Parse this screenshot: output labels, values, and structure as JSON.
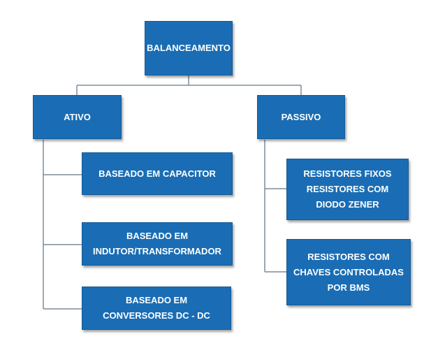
{
  "root": {
    "label": "BALANCEAMENTO"
  },
  "ativo": {
    "label": "ATIVO",
    "children": [
      "BASEADO EM CAPACITOR",
      "BASEADO EM INDUTOR/TRANSFORMADOR",
      "BASEADO EM CONVERSORES DC - DC"
    ]
  },
  "passivo": {
    "label": "PASSIVO",
    "children": [
      "RESISTORES FIXOS",
      "RESISTORES COM DIODO ZENER",
      "RESISTORES COM CHAVES CONTROLADAS POR BMS"
    ]
  },
  "colors": {
    "box_fill": "#1a6db4",
    "connector": "#7f8c99",
    "text": "#ffffff"
  }
}
